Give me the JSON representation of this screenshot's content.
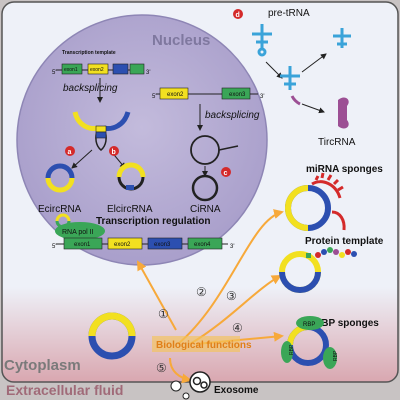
{
  "colors": {
    "exon_green": "#3aa657",
    "exon_yellow": "#f2e020",
    "exon_blue": "#2c4fb0",
    "nucleus": "#b7aed4",
    "cytoplasm_top": "#eef1f8",
    "cytoplasm_bottom": "#d9a7b0",
    "extracellular": "#c8c3c3",
    "arrow_orange": "#f7a93a",
    "marker_red": "#d42a2a",
    "trna_blue": "#3aa3d9",
    "tircrna_purple": "#9c4f94"
  },
  "labels": {
    "nucleus": "Nucleus",
    "cytoplasm": "Cytoplasm",
    "extracellular": "Extracellular fluid",
    "transcription_template": "Transcription template",
    "backsplicing_left": "backsplicing",
    "backsplicing_right": "backsplicing",
    "exon1": "exon1",
    "exon2": "exon2",
    "exon3": "exon3",
    "exon4": "exon4",
    "five_prime": "5'",
    "three_prime": "3'",
    "ecircrna": "EcircRNA",
    "elcircrna": "ElcircRNA",
    "cirna": "CiRNA",
    "marker_a": "a",
    "marker_b": "b",
    "marker_c": "c",
    "marker_d": "d",
    "pre_trna": "pre-tRNA",
    "tircrna": "TircRNA",
    "transcription_regulation": "Transcription regulation",
    "rna_pol": "RNA pol II",
    "biological_functions": "Biological functions",
    "mirna_sponges": "miRNA sponges",
    "protein_template": "Protein template",
    "rbp_sponges": "RBP sponges",
    "rbp": "RBP",
    "exosome": "Exosome",
    "num1": "①",
    "num2": "②",
    "num3": "③",
    "num4": "④",
    "num5": "⑤"
  }
}
